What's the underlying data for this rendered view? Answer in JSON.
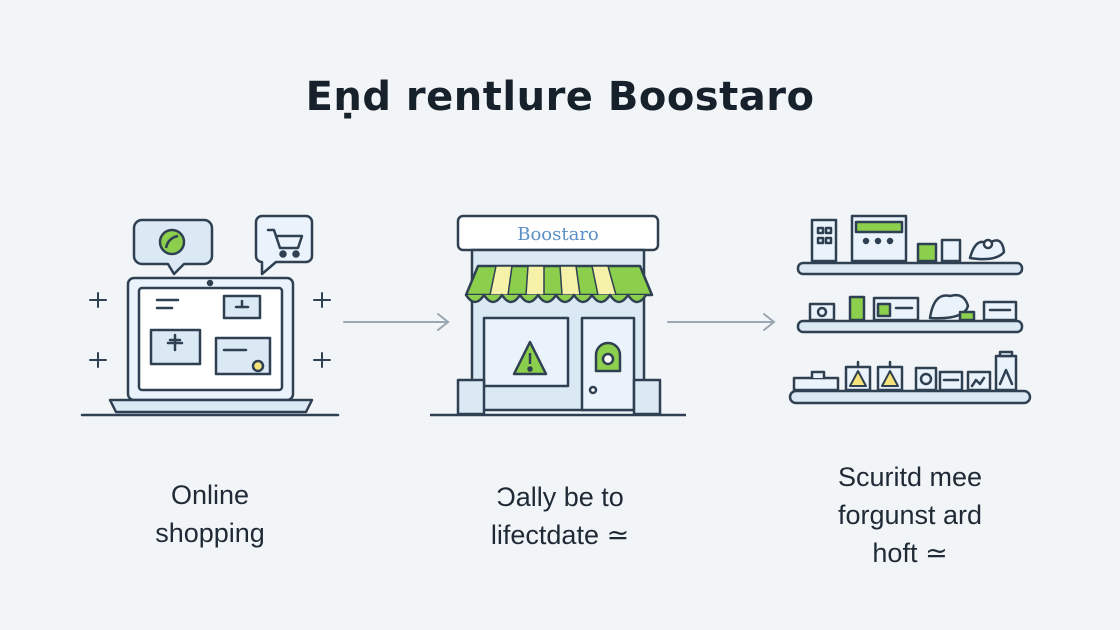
{
  "title": "Eṇd rentlure Boostaro",
  "steps": [
    {
      "caption_line1": "Online",
      "caption_line2": "shopping"
    },
    {
      "caption_line1": "Ɔally be to",
      "caption_line2": "lifectdate ≃"
    },
    {
      "caption_line1": "Scuritd mee",
      "caption_line2": "forgunst ard",
      "caption_line3": "hoft ≃"
    }
  ],
  "store": {
    "sign_label": "Boostaro"
  },
  "colors": {
    "background": "#f1f5f7",
    "outline": "#2f4052",
    "fill_blue": "#dbe9f5",
    "accent_green": "#8ccf4d",
    "awning_yellow": "#f6f1a9",
    "arrow": "#9aa6b2"
  },
  "icons": [
    "laptop-icon",
    "chat-bubble-leaf-icon",
    "shopping-cart-icon",
    "storefront-icon",
    "warning-icon",
    "lock-icon",
    "shelves-icon"
  ]
}
